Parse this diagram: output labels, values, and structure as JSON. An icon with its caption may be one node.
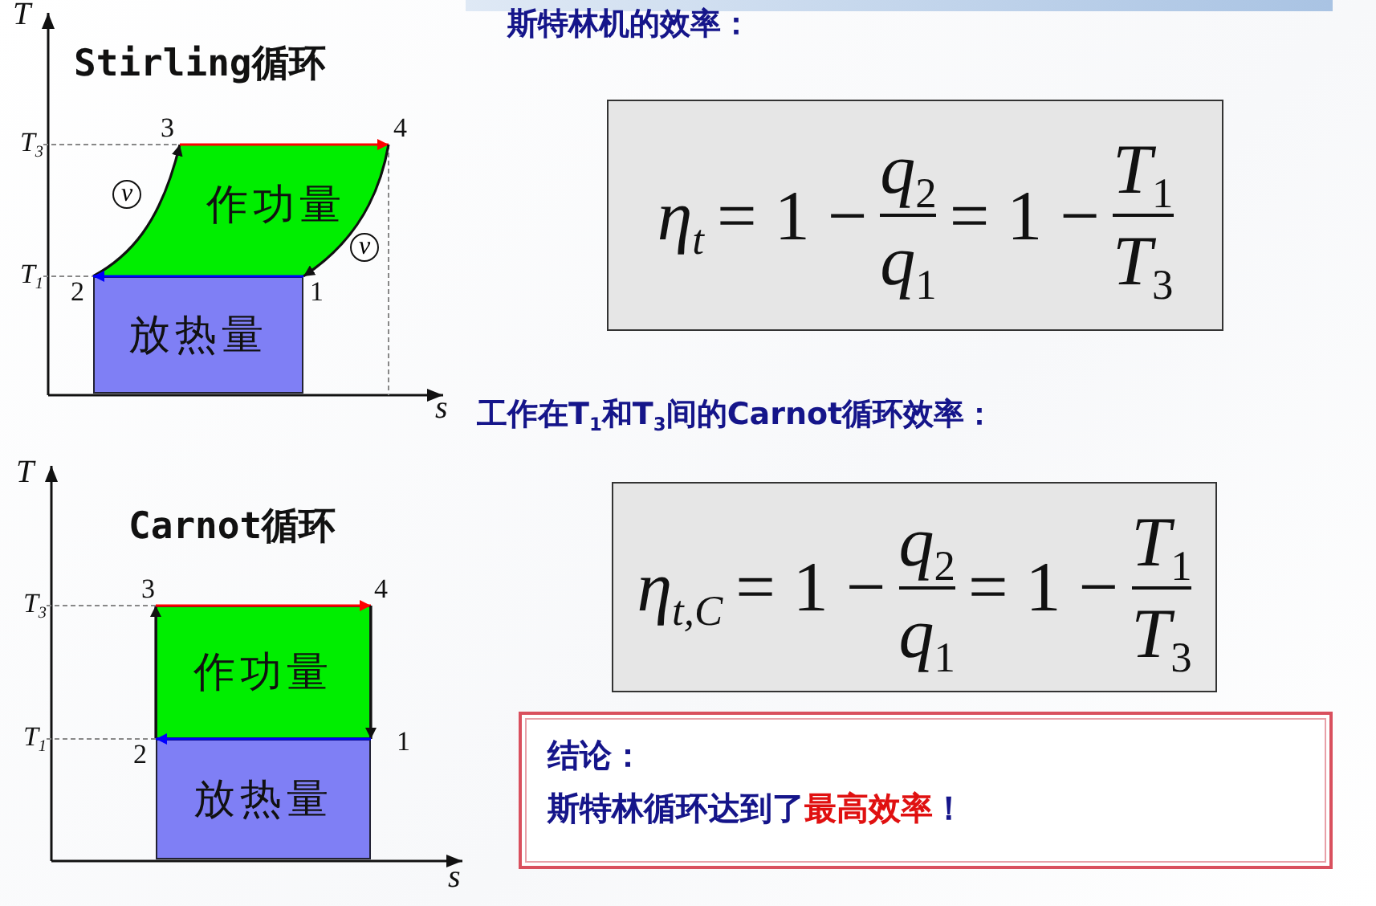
{
  "diagram": {
    "nodes": [
      {
        "text": [
          "作功量"
        ]
      },
      {
        "text": [
          "放热量"
        ]
      },
      {
        "text": [
          "3"
        ]
      },
      {
        "text": [
          "4"
        ]
      },
      {
        "text": [
          "2"
        ]
      },
      {
        "text": [
          "1"
        ]
      },
      {
        "text": [
          "η$_{t}$",
          "= 1 −",
          "q$_{2}$",
          "q$_{1}$",
          "= 1 −",
          "T$_{1}$",
          "T$_{3}$"
        ]
      },
      {
        "text": [
          "作功量"
        ]
      },
      {
        "text": [
          "放热量"
        ]
      },
      {
        "text": [
          "3"
        ]
      },
      {
        "text": [
          "4"
        ]
      },
      {
        "text": [
          "2"
        ]
      },
      {
        "text": [
          "1"
        ]
      },
      {
        "text": [
          "η$_{t,C}$",
          "= 1 −",
          "q$_{2}$",
          "q$_{1}$",
          "= 1 −",
          "T$_{1}$",
          "T$_{3}$"
        ]
      },
      {
        "text": [
          "结论：",
          "斯特林循环达到了**最高效率**！"
        ]
      },
      {
        "text": [
          "T$_{3}$"
        ]
      },
      {
        "text": [
          "T$_{1}$"
        ]
      },
      {
        "text": [
          "T$_{3}$"
        ]
      },
      {
        "text": [
          "T$_{1}$"
        ]
      }
    ],
    "edges": [
      {
        "from": 4,
        "to": 2,
        "arrow": "to"
      },
      {
        "from": 2,
        "to": 3,
        "arrow": "to",
        "color": "#ff0000"
      },
      {
        "from": 3,
        "to": 5,
        "arrow": "to"
      },
      {
        "from": 5,
        "to": 4,
        "arrow": "to",
        "color": "#0000ff"
      },
      {
        "from": 11,
        "to": 9,
        "arrow": "to"
      },
      {
        "from": 9,
        "to": 10,
        "arrow": "to",
        "color": "#ff0000"
      },
      {
        "from": 10,
        "to": 12,
        "arrow": "to"
      },
      {
        "from": 12,
        "to": 11,
        "arrow": "to",
        "color": "#0000ff"
      },
      {
        "from": 15,
        "to": 2,
        "arrow": "none",
        "style": "dashed",
        "color": "#888888"
      },
      {
        "from": 16,
        "to": 4,
        "arrow": "none",
        "style": "dashed",
        "color": "#888888"
      },
      {
        "from": 17,
        "to": 9,
        "arrow": "none",
        "style": "dashed",
        "color": "#888888"
      },
      {
        "from": 18,
        "to": 11,
        "arrow": "none",
        "style": "dashed",
        "color": "#888888"
      }
    ],
    "labels": [
      "T",
      "Stirling循环",
      "v",
      "v",
      "s",
      "斯特林机的效率：",
      "工作在T$_{1}$和T$_{3}$间的Carnot循环效率：",
      "T",
      "Carnot循环",
      "s"
    ]
  }
}
